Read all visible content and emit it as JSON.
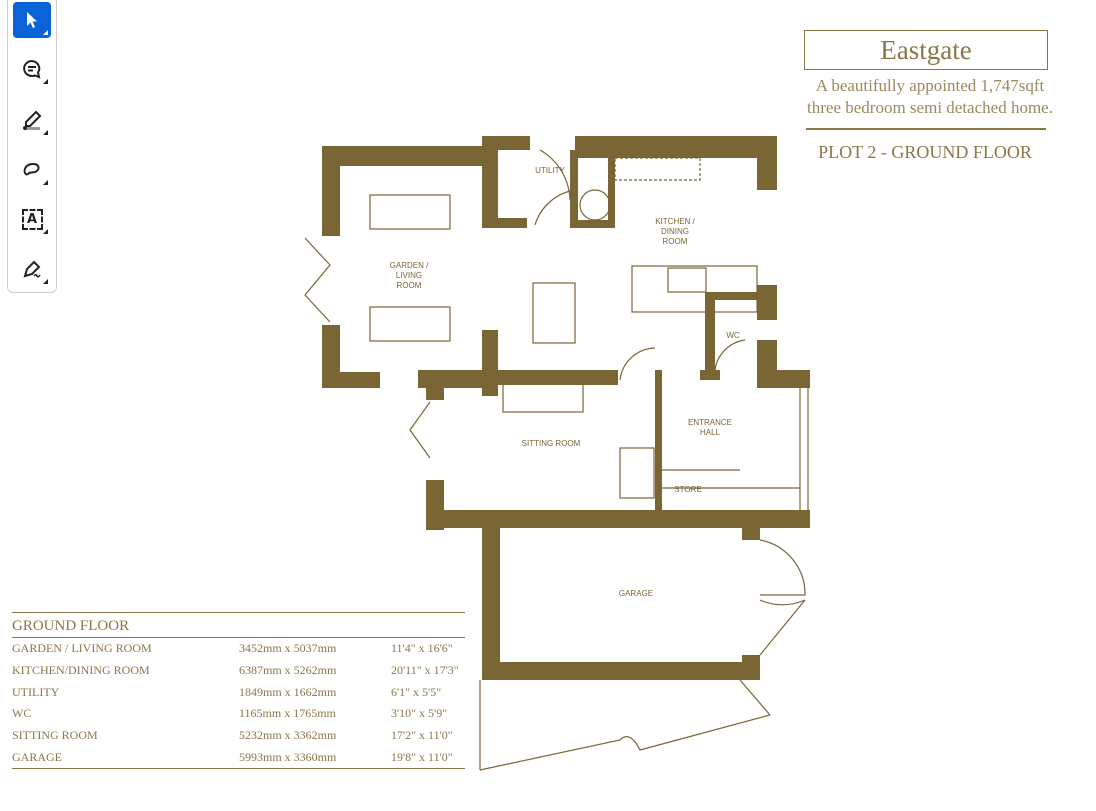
{
  "toolbar": {
    "tools": [
      {
        "name": "select-tool",
        "icon": "arrow-pointer-icon",
        "active": true
      },
      {
        "name": "comment-tool",
        "icon": "speech-bubble-icon",
        "active": false
      },
      {
        "name": "highlight-tool",
        "icon": "highlighter-icon",
        "active": false
      },
      {
        "name": "lasso-tool",
        "icon": "lasso-icon",
        "active": false
      },
      {
        "name": "text-tool",
        "icon": "text-box-icon",
        "active": false,
        "glyph": "A"
      },
      {
        "name": "sign-tool",
        "icon": "pen-nib-icon",
        "active": false
      }
    ],
    "accent": "#0a64d8"
  },
  "header": {
    "title": "Eastgate",
    "subtitle_line1": "A beautifully appointed 1,747sqft",
    "subtitle_line2": "three bedroom semi detached home.",
    "plot": "PLOT 2 - GROUND FLOOR"
  },
  "plan": {
    "wall_color": "#7a6535",
    "rooms": {
      "garden_living": [
        "GARDEN /",
        "LIVING",
        "ROOM"
      ],
      "utility": "UTILITY",
      "kitchen": [
        "KITCHEN /",
        "DINING",
        "ROOM"
      ],
      "wc": "WC",
      "sitting": "SITTING ROOM",
      "hall": [
        "ENTRANCE",
        "HALL"
      ],
      "store": "STORE",
      "garage": "GARAGE"
    }
  },
  "schedule": {
    "heading": "GROUND FLOOR",
    "rows": [
      {
        "room": "GARDEN / LIVING ROOM",
        "metric": "3452mm x 5037mm",
        "imperial": "11'4\" x 16'6\""
      },
      {
        "room": "KITCHEN/DINING ROOM",
        "metric": "6387mm x 5262mm",
        "imperial": "20'11\" x 17'3\""
      },
      {
        "room": "UTILITY",
        "metric": "1849mm x 1662mm",
        "imperial": "6'1\" x 5'5\""
      },
      {
        "room": "WC",
        "metric": "1165mm x 1765mm",
        "imperial": "3'10\" x 5'9\""
      },
      {
        "room": "SITTING ROOM",
        "metric": "5232mm x 3362mm",
        "imperial": "17'2\" x 11'0\""
      },
      {
        "room": "GARAGE",
        "metric": "5993mm x 3360mm",
        "imperial": "19'8\" x 11'0\""
      }
    ]
  }
}
